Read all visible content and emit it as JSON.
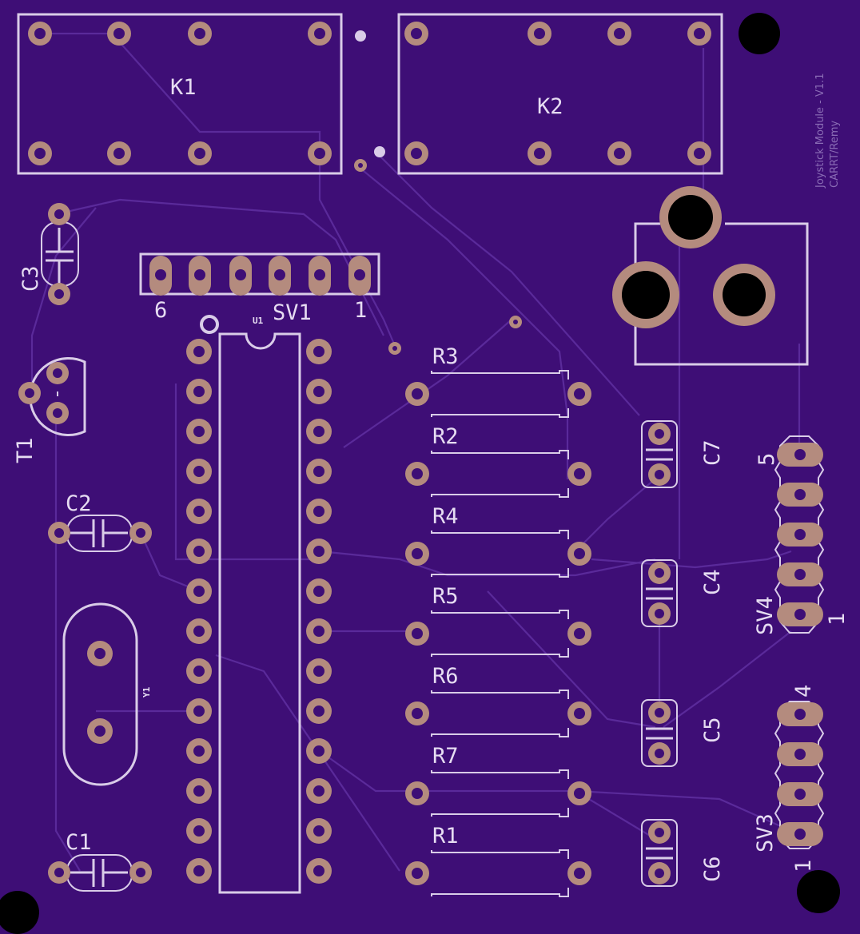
{
  "board": {
    "background": "#3e0e76",
    "silkscreen": "#d9cce8",
    "pad_color": "#b48b7e",
    "hole_color": "#000000",
    "credit_line1": "Joystick Module - V1.1",
    "credit_line2": "CARRT/Remy"
  },
  "labels": {
    "k1": "K1",
    "k2": "K2",
    "c1": "C1",
    "c2": "C2",
    "c3": "C3",
    "c4": "C4",
    "c5": "C5",
    "c6": "C6",
    "c7": "C7",
    "t1": "T1",
    "y1": "Y1",
    "u1": "U1",
    "sv1": "SV1",
    "sv1_pin_first": "6",
    "sv1_pin_last": "1",
    "sv3": "SV3",
    "sv3_pin_top": "4",
    "sv3_pin_bottom": "1",
    "sv4": "SV4",
    "sv4_pin_top": "5",
    "sv4_pin_bottom": "1",
    "resistors": [
      "R3",
      "R2",
      "R4",
      "R5",
      "R6",
      "R7",
      "R1"
    ]
  }
}
